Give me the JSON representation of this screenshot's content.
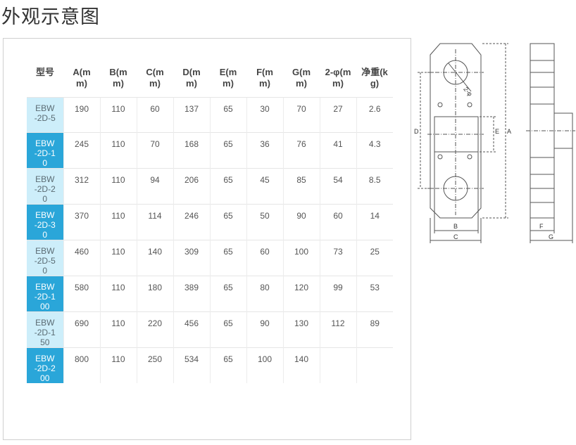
{
  "page_title": "外观示意图",
  "table": {
    "headers": [
      "型号",
      "A(mm)",
      "B(mm)",
      "C(mm)",
      "D(mm)",
      "E(mm)",
      "F(mm)",
      "G(mm)",
      "2-φ(mm)",
      "净重(kg)"
    ],
    "headers_wrapped": [
      [
        "型号",
        ""
      ],
      [
        "A(m",
        "m)"
      ],
      [
        "B(m",
        "m)"
      ],
      [
        "C(m",
        "m)"
      ],
      [
        "D(m",
        "m)"
      ],
      [
        "E(m",
        "m)"
      ],
      [
        "F(m",
        "m)"
      ],
      [
        "G(m",
        "m)"
      ],
      [
        "2-φ(m",
        "m)"
      ],
      [
        "净重(k",
        "g)"
      ]
    ],
    "rows": [
      {
        "model": "EBW-2D-5",
        "model_lines": [
          "EBW",
          "-2D-5"
        ],
        "values": [
          "190",
          "110",
          "60",
          "137",
          "65",
          "30",
          "70",
          "27",
          "2.6"
        ],
        "style": "light"
      },
      {
        "model": "EBW-2D-10",
        "model_lines": [
          "EBW",
          "-2D-1",
          "0"
        ],
        "values": [
          "245",
          "110",
          "70",
          "168",
          "65",
          "36",
          "76",
          "41",
          "4.3"
        ],
        "style": "dark"
      },
      {
        "model": "EBW-2D-20",
        "model_lines": [
          "EBW",
          "-2D-2",
          "0"
        ],
        "values": [
          "312",
          "110",
          "94",
          "206",
          "65",
          "45",
          "85",
          "54",
          "8.5"
        ],
        "style": "light"
      },
      {
        "model": "EBW-2D-30",
        "model_lines": [
          "EBW",
          "-2D-3",
          "0"
        ],
        "values": [
          "370",
          "110",
          "114",
          "246",
          "65",
          "50",
          "90",
          "60",
          "14"
        ],
        "style": "dark"
      },
      {
        "model": "EBW-2D-50",
        "model_lines": [
          "EBW",
          "-2D-5",
          "0"
        ],
        "values": [
          "460",
          "110",
          "140",
          "309",
          "65",
          "60",
          "100",
          "73",
          "25"
        ],
        "style": "light"
      },
      {
        "model": "EBW-2D-100",
        "model_lines": [
          "EBW",
          "-2D-1",
          "00"
        ],
        "values": [
          "580",
          "110",
          "180",
          "389",
          "65",
          "80",
          "120",
          "99",
          "53"
        ],
        "style": "dark"
      },
      {
        "model": "EBW-2D-150",
        "model_lines": [
          "EBW",
          "-2D-1",
          "50"
        ],
        "values": [
          "690",
          "110",
          "220",
          "456",
          "65",
          "90",
          "130",
          "112",
          "89"
        ],
        "style": "light"
      },
      {
        "model": "EBW-2D-200",
        "model_lines": [
          "EBW",
          "-2D-2",
          "00"
        ],
        "values": [
          "800",
          "110",
          "250",
          "534",
          "65",
          "100",
          "140",
          "",
          ""
        ],
        "style": "dark"
      }
    ]
  },
  "drawing": {
    "labels": {
      "A": "A",
      "B": "B",
      "C": "C",
      "D": "D",
      "E": "E",
      "F": "F",
      "G": "G",
      "phi": "2-φ"
    }
  },
  "colors": {
    "dark_model": "#2aa6d9",
    "light_model": "#cdeefa"
  }
}
